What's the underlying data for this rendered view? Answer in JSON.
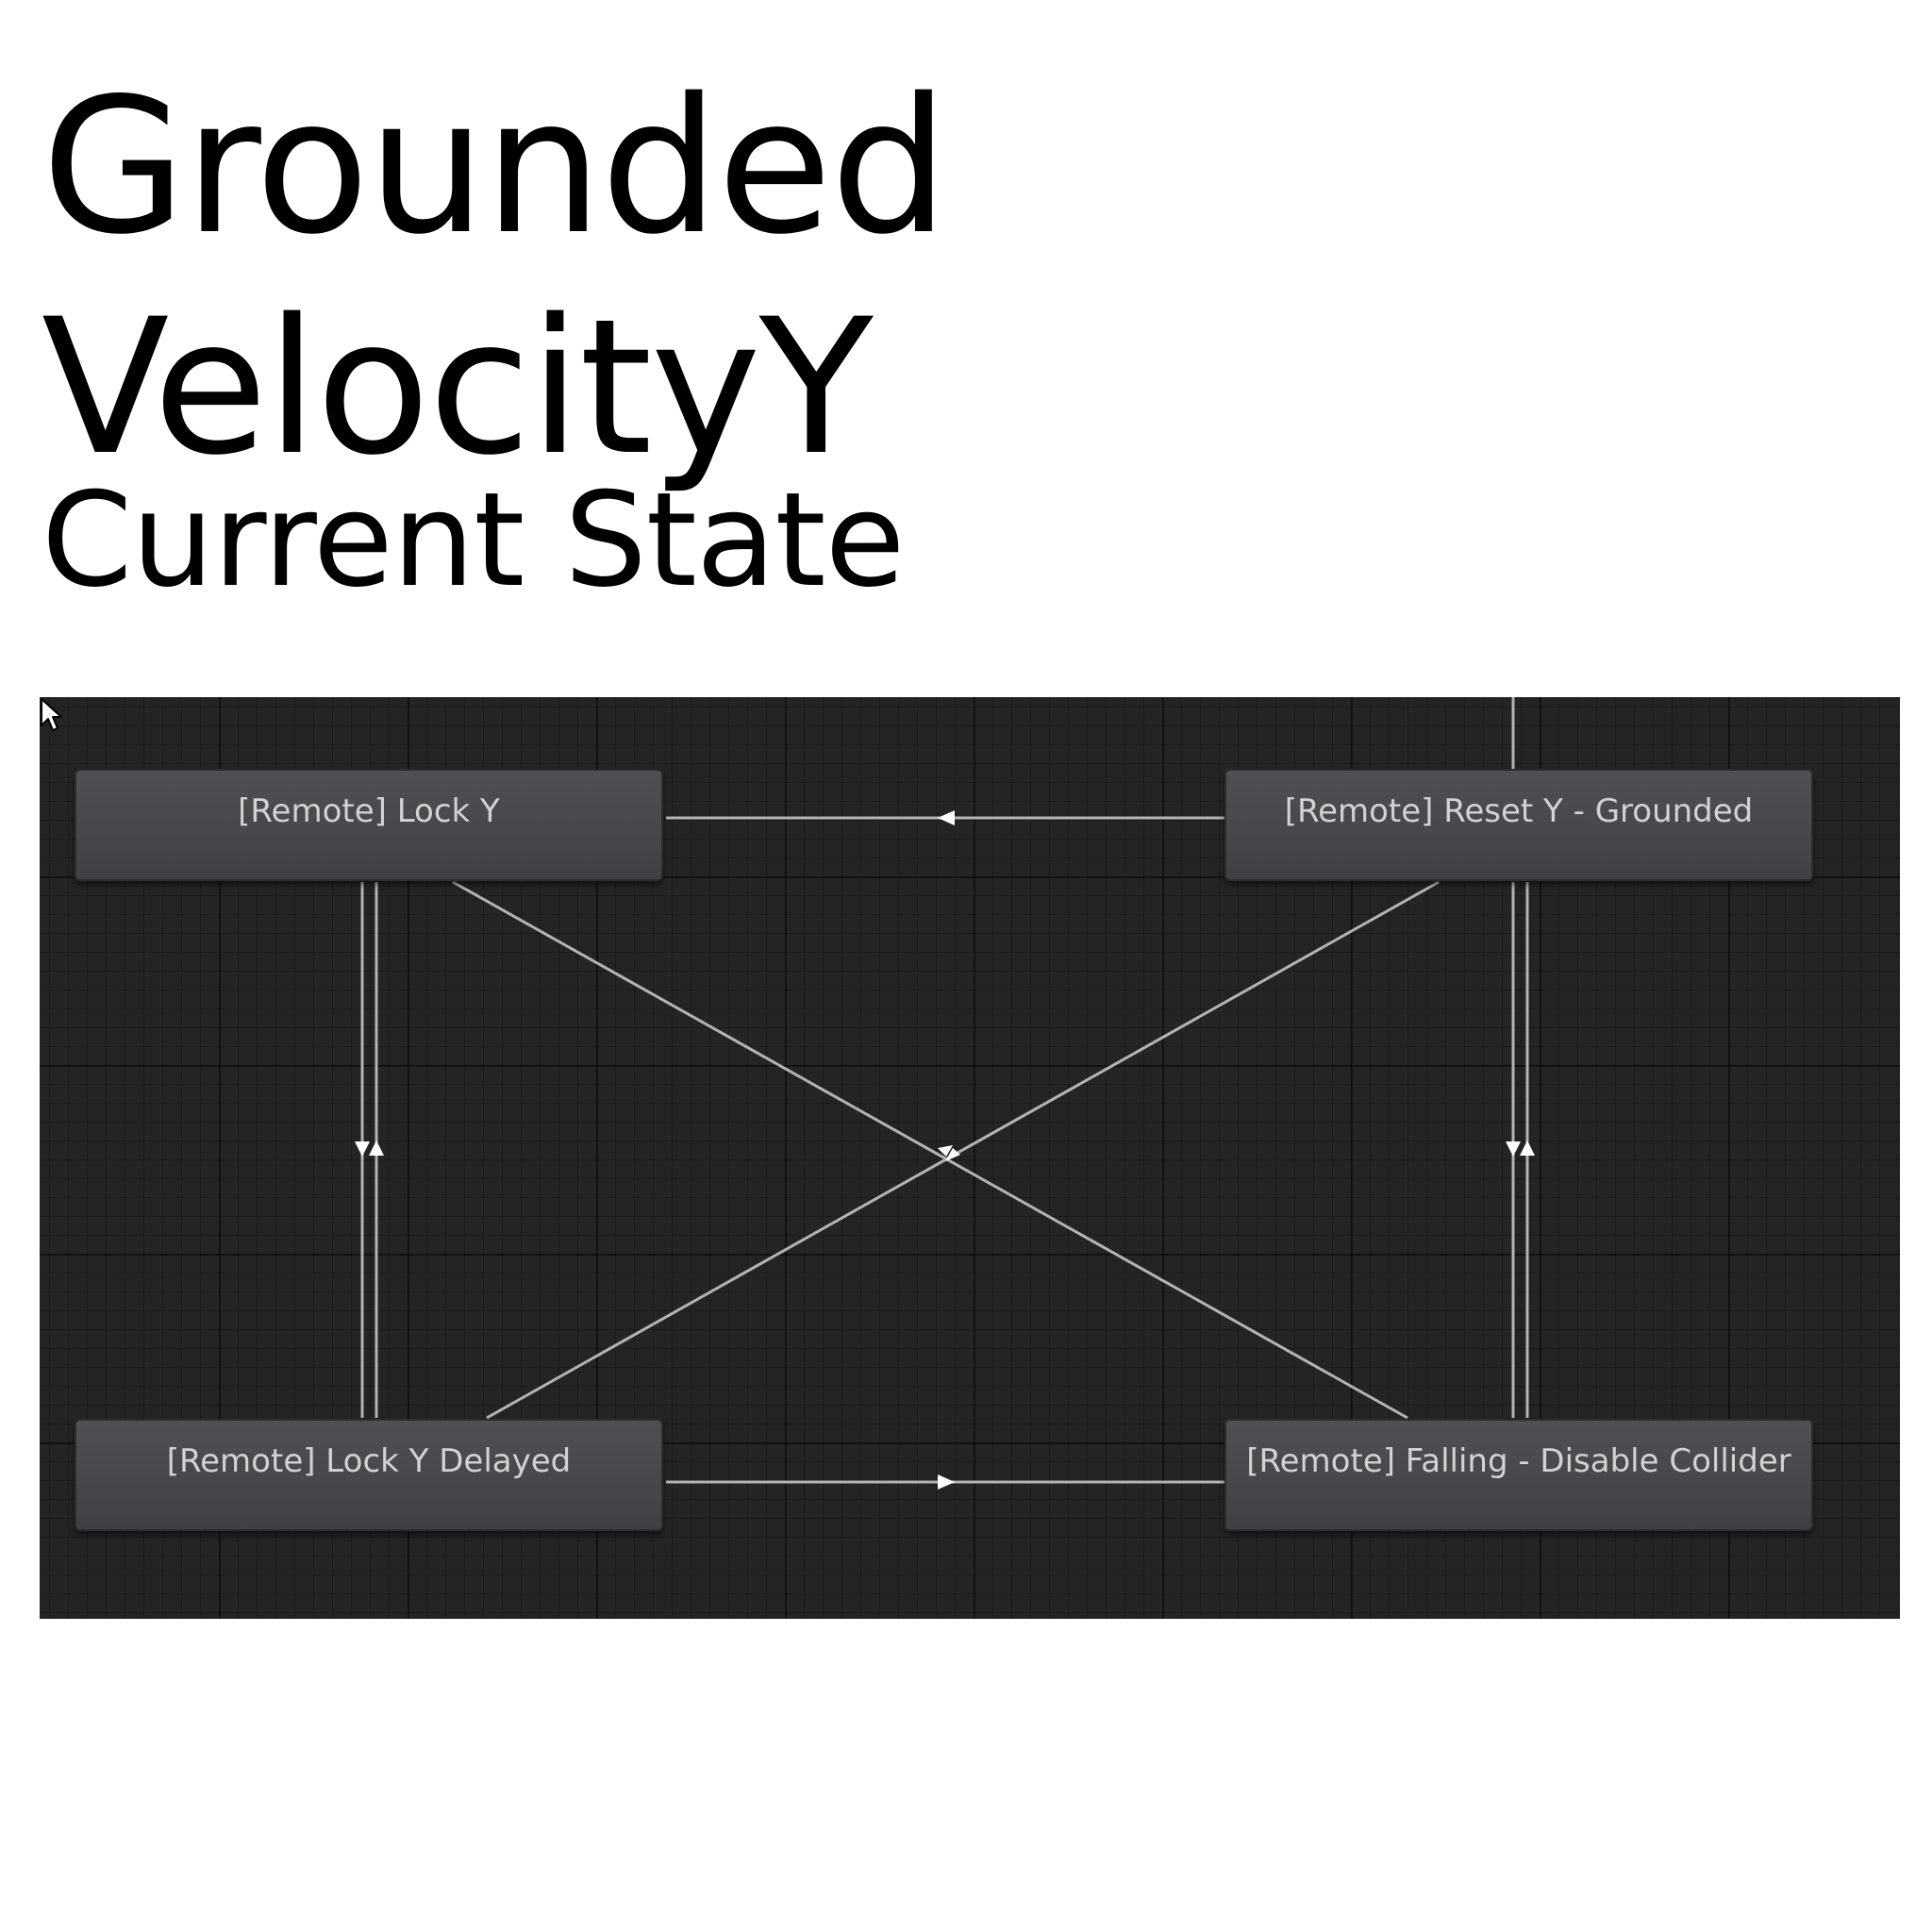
{
  "labels": {
    "line1": "Grounded",
    "line2": "VelocityY",
    "line3": "Current State"
  },
  "states": {
    "lock_y": "[Remote] Lock Y",
    "reset_y_grounded": "[Remote] Reset Y - Grounded",
    "lock_y_delayed": "[Remote] Lock Y Delayed",
    "falling_disable_collider": "[Remote] Falling - Disable Collider"
  },
  "colors": {
    "canvas_background": "#242424",
    "node_fill": "#46484b",
    "node_text": "#d2d2d2",
    "transition_line": "#b4b4b4",
    "arrow_head": "#ffffff"
  }
}
